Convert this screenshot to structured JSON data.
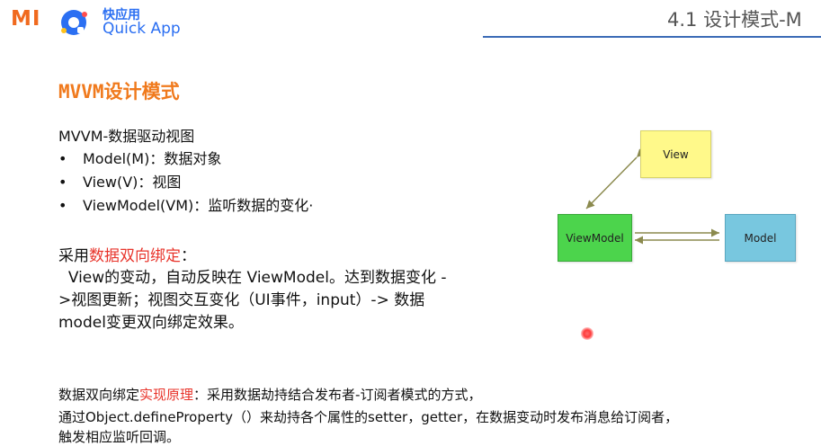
{
  "header": {
    "mi_logo": "MI",
    "quickapp_cn": "快应用",
    "quickapp_en": "Quick App",
    "section_title": "4.1 设计模式-M"
  },
  "slide": {
    "title": "MVVM设计模式",
    "mvvm_heading": "MVVM-数据驱动视图",
    "bullets": [
      "Model(M)：数据对象",
      "View(V)：视图",
      "ViewModel(VM)：监听数据的变化·"
    ],
    "binding": {
      "prefix": "采用",
      "highlight": "数据双向绑定",
      "suffix": "：",
      "paragraph": "View的变动，自动反映在 ViewModel。达到数据变化 ->视图更新；视图交互变化（UI事件，input）-> 数据model变更双向绑定效果。"
    },
    "principle": {
      "prefix": "数据双向绑定",
      "highlight": "实现原理",
      "suffix": "：采用数据劫持结合发布者-订阅者模式的方式，",
      "line2": "通过Object.defineProperty（）来劫持各个属性的setter，getter，在数据变动时发布消息给订阅者，",
      "line3": "触发相应监听回调。"
    }
  },
  "diagram": {
    "view_label": "View",
    "viewmodel_label": "ViewModel",
    "model_label": "Model"
  },
  "colors": {
    "accent_orange": "#f07a1d",
    "highlight_red": "#e8342b",
    "view_box": "#fff98a",
    "viewmodel_box": "#4cd44c",
    "model_box": "#78c7df",
    "arrow": "#8b8a4e"
  }
}
